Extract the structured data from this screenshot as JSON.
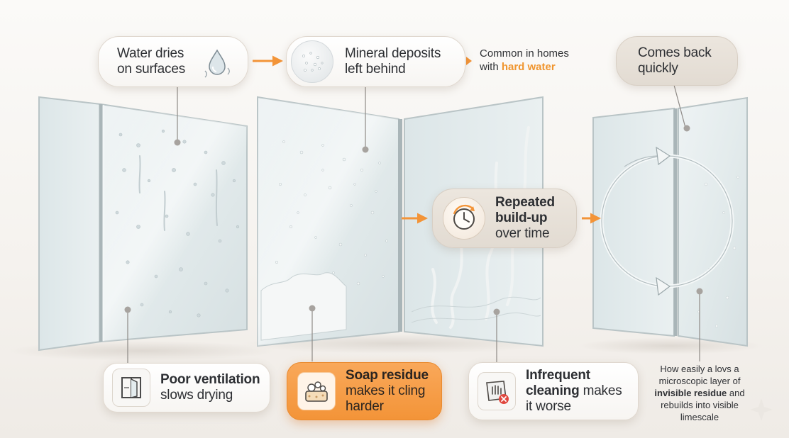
{
  "callouts": {
    "water_dries": {
      "line1": "Water dries",
      "line2": "on surfaces"
    },
    "mineral": {
      "line1": "Mineral deposits",
      "line2": "left behind"
    },
    "comes_back": {
      "line1": "Comes back",
      "line2": "quickly"
    },
    "repeated": {
      "line1": "Repeated",
      "line2": "build-up",
      "line3": "over time"
    },
    "ventilation": {
      "line1": "Poor ventilation",
      "line2": "slows drying"
    },
    "soap": {
      "line1": "Soap residue",
      "line2": "makes it cling",
      "line3": "harder"
    },
    "cleaning": {
      "bold": "Infrequent",
      "line1_rest": " ",
      "line2_a": "cleaning",
      "line2_b": " makes",
      "line3": "it worse"
    }
  },
  "notes": {
    "hard_water": {
      "line1": "Common in homes",
      "line2_prefix": "with ",
      "highlight": "hard water"
    },
    "bottom_right": {
      "line1": "How easily a lovs a",
      "line2": "microscopic layer of",
      "line3_bold": "invisible residue",
      "line3_rest": " and",
      "line4": "rebuilds into visible",
      "line5": "limescale"
    }
  },
  "icons": {
    "water_drop": "water-drop-icon",
    "mineral_spots": "mineral-spots-icon",
    "clock": "clock-history-icon",
    "window": "window-icon",
    "sponge": "sponge-bubbles-icon",
    "cloth": "cleaning-cloth-icon"
  },
  "colors": {
    "accent_orange": "#f39438",
    "highlight_text": "#f0952f",
    "callout_beige": "#e6dfd6",
    "glass_edge": "#b9c4c6",
    "connector": "#8e8a86"
  }
}
